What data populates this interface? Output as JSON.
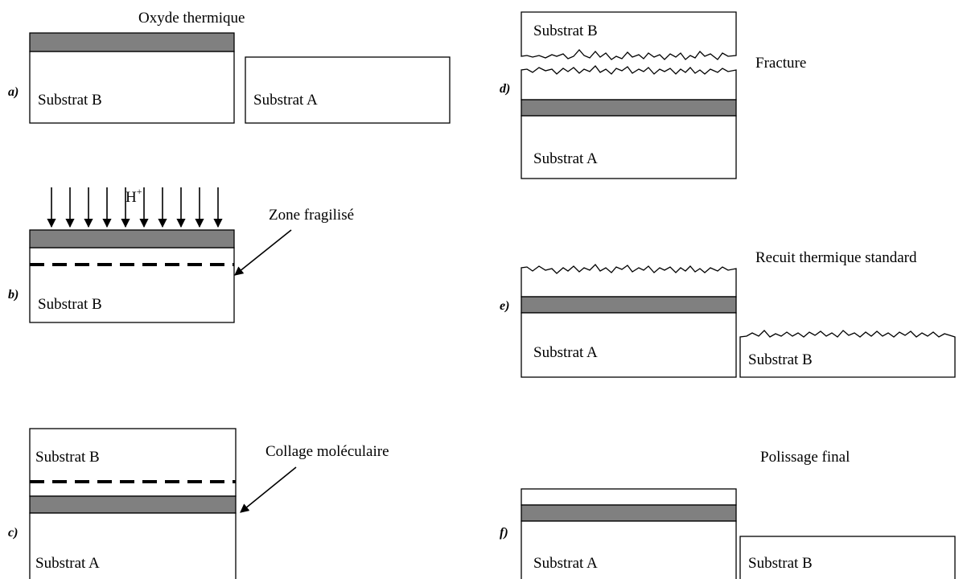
{
  "step_labels": {
    "a": "a)",
    "b": "b)",
    "c": "c)",
    "d": "d)",
    "e": "e)",
    "f": "f)"
  },
  "substrate_labels": {
    "a": "Substrat A",
    "b": "Substrat B"
  },
  "annotations": {
    "oxide": "Oxyde thermique",
    "implant_species": "H",
    "implant_charge": "+",
    "weakened_zone": "Zone fragilisé",
    "bonding": "Collage moléculaire",
    "fracture": "Fracture",
    "anneal": "Recuit thermique standard",
    "polish": "Polissage final"
  },
  "colors": {
    "oxide_fill": "#808080",
    "line": "#000000",
    "background": "#ffffff"
  }
}
